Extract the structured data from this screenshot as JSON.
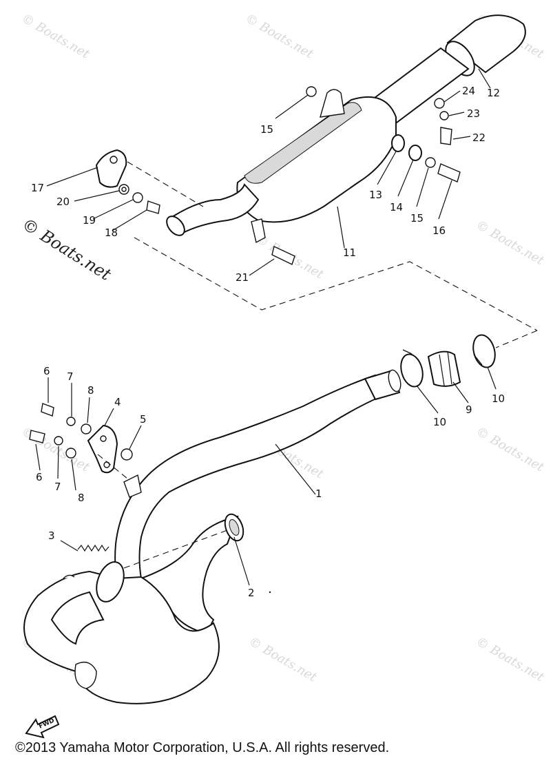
{
  "watermarks": {
    "text": "© Boats.net"
  },
  "part_labels": {
    "p1": "1",
    "p2": "2",
    "p3": "3",
    "p4": "4",
    "p5": "5",
    "p6a": "6",
    "p6b": "6",
    "p7a": "7",
    "p7b": "7",
    "p8a": "8",
    "p8b": "8",
    "p9": "9",
    "p10a": "10",
    "p10b": "10",
    "p11": "11",
    "p12": "12",
    "p13": "13",
    "p14": "14",
    "p15a": "15",
    "p15b": "15",
    "p16": "16",
    "p17": "17",
    "p18": "18",
    "p19": "19",
    "p20": "20",
    "p21": "21",
    "p22": "22",
    "p23": "23",
    "p24": "24"
  },
  "fwd_label": "FWD",
  "copyright": "©2013 Yamaha Motor Corporation, U.S.A. All rights reserved."
}
